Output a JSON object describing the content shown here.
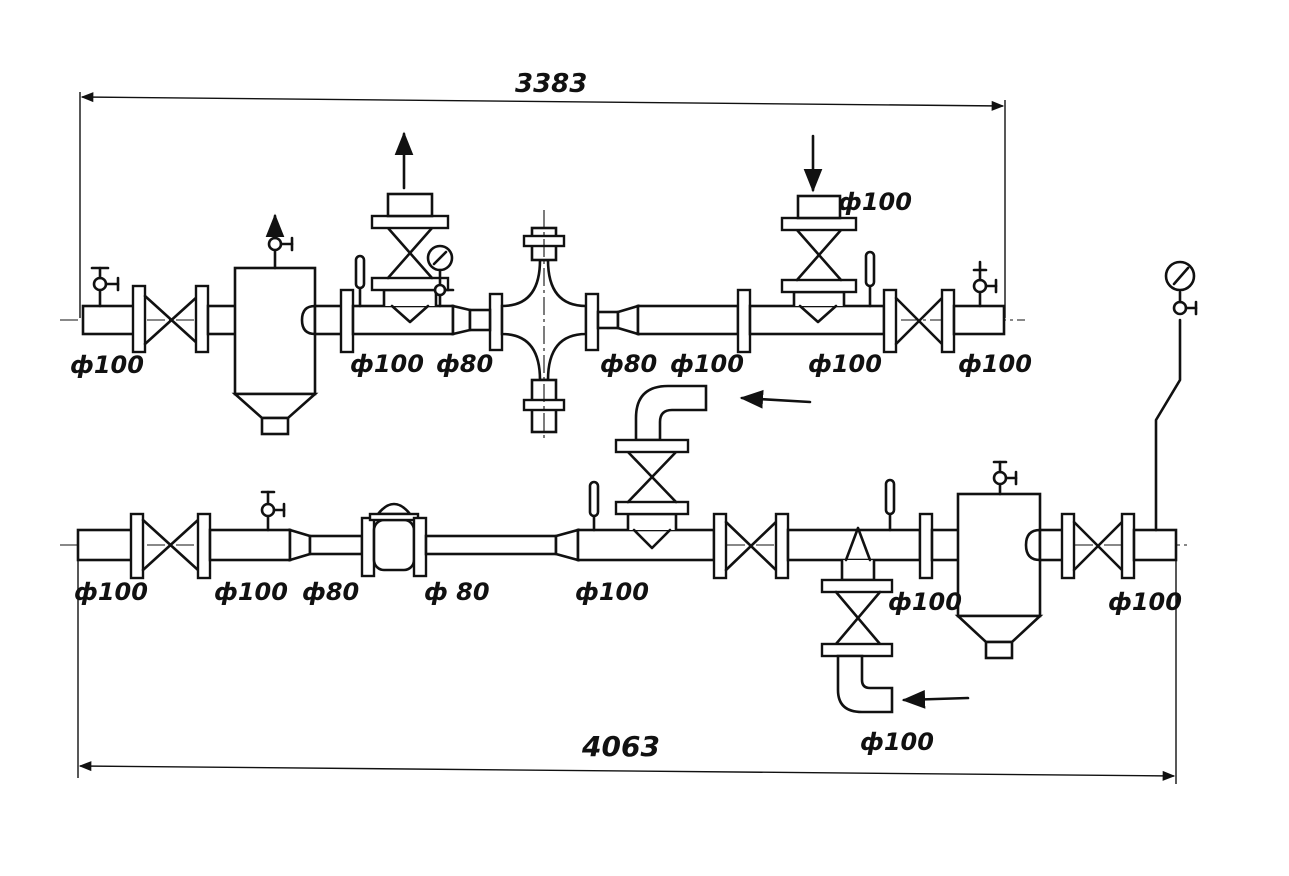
{
  "dimensions": {
    "top_total": "3383",
    "bottom_total": "4063"
  },
  "labels": {
    "top_1": "ф100",
    "top_2": "ф100",
    "top_3": "ф80",
    "top_4": "ф80",
    "top_5": "ф100",
    "top_6": "ф100",
    "top_7": "ф100",
    "top_supply": "ф100",
    "bot_1": "ф100",
    "bot_2": "ф100",
    "bot_3": "ф80",
    "bot_4": "ф 80",
    "bot_5": "ф100",
    "bot_6": "ф100",
    "bot_7": "ф100",
    "bot_inlet": "ф100"
  }
}
